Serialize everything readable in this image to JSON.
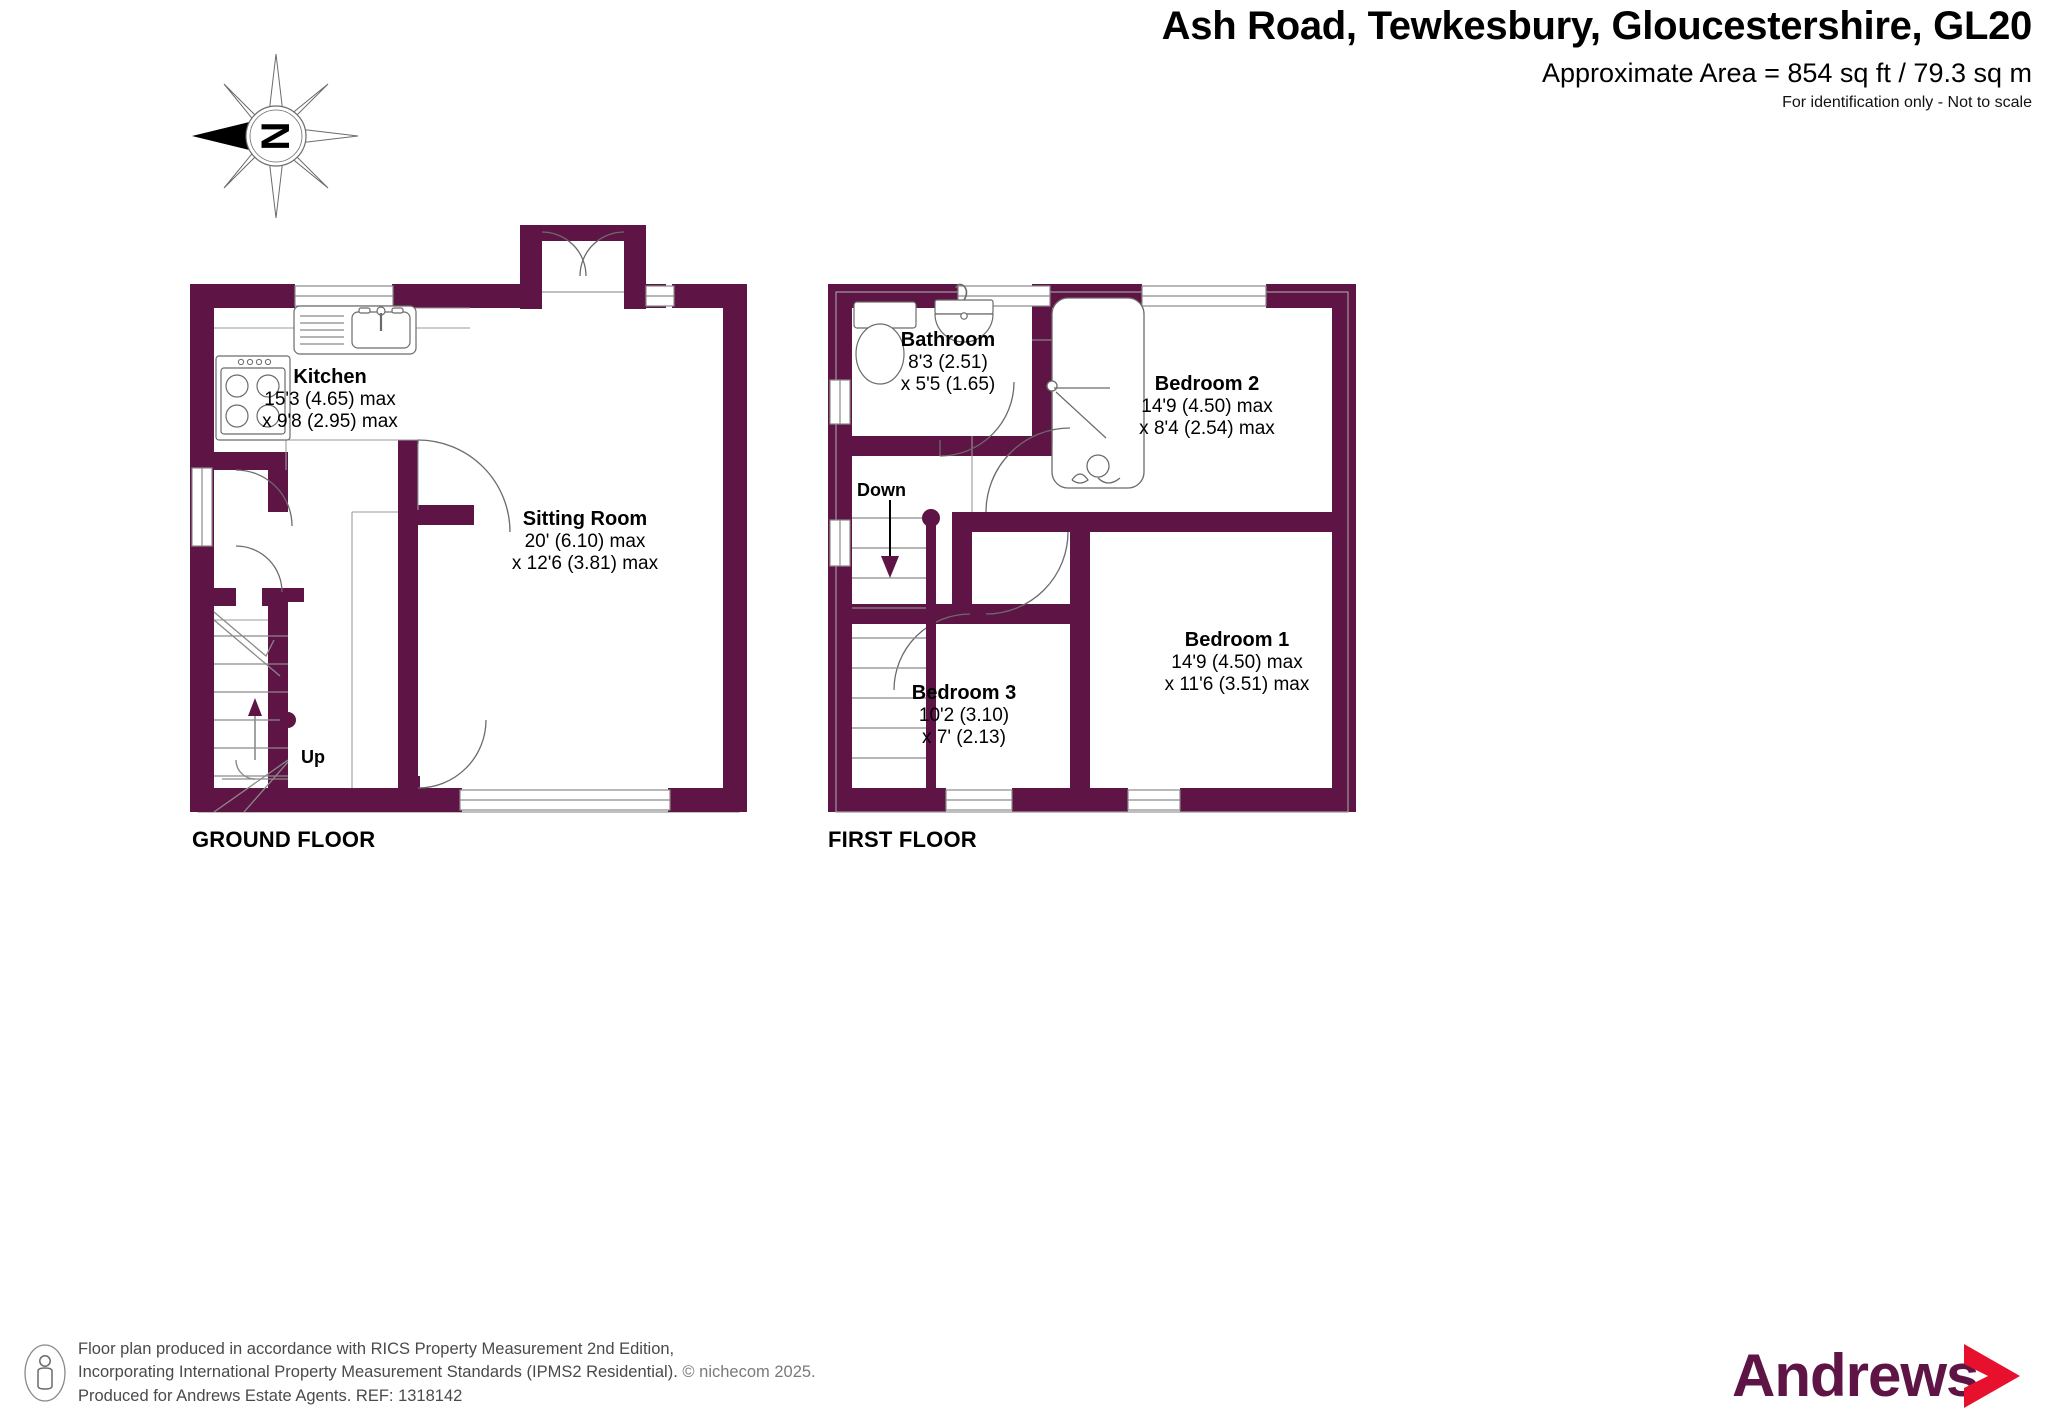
{
  "header": {
    "title": "Ash Road, Tewkesbury, Gloucestershire, GL20",
    "area": "Approximate Area = 854 sq ft / 79.3 sq m",
    "note": "For identification only - Not to scale"
  },
  "compass": {
    "label": "N",
    "icon": "compass-rose-icon"
  },
  "floors": [
    {
      "key": "ground",
      "label": "GROUND FLOOR"
    },
    {
      "key": "first",
      "label": "FIRST FLOOR"
    }
  ],
  "rooms": {
    "kitchen": {
      "name": "Kitchen",
      "dim1": "15'3 (4.65) max",
      "dim2": "x 9'8 (2.95) max"
    },
    "sitting_room": {
      "name": "Sitting Room",
      "dim1": "20' (6.10) max",
      "dim2": "x 12'6 (3.81) max"
    },
    "bathroom": {
      "name": "Bathroom",
      "dim1": "8'3 (2.51)",
      "dim2": "x 5'5 (1.65)"
    },
    "bedroom2": {
      "name": "Bedroom 2",
      "dim1": "14'9 (4.50) max",
      "dim2": "x 8'4 (2.54) max"
    },
    "bedroom1": {
      "name": "Bedroom 1",
      "dim1": "14'9 (4.50) max",
      "dim2": "x 11'6 (3.51) max"
    },
    "bedroom3": {
      "name": "Bedroom 3",
      "dim1": "10'2 (3.10)",
      "dim2": "x 7' (2.13)"
    }
  },
  "stairs": {
    "up_label": "Up",
    "down_label": "Down"
  },
  "fixtures": {
    "sink": "kitchen-sink-icon",
    "hob": "cooker-hob-icon",
    "toilet": "toilet-icon",
    "basin": "wash-basin-icon",
    "bath": "bath-shower-icon"
  },
  "footer": {
    "line1": "Floor plan produced in accordance with RICS Property Measurement 2nd Edition,",
    "line2a": "Incorporating International Property Measurement Standards (IPMS2 Residential).",
    "line2b": "© nichecom 2025.",
    "line3": "Produced for Andrews Estate Agents.   REF: 1318142",
    "icon": "person-in-ellipse-icon"
  },
  "logo": {
    "text": "Andrews",
    "icon": "chevron-right-icon"
  },
  "colors": {
    "wall": "#5e1545",
    "wall_dark": "#4f0f3a",
    "thin_line": "#8a8a8a",
    "fixture_line": "#6b6b6b",
    "brand_purple": "#5e1545",
    "brand_red": "#e8112d"
  }
}
